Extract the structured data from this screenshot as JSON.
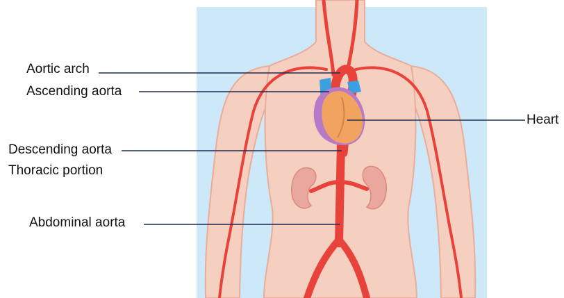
{
  "labels": {
    "aortic_arch": "Aortic arch",
    "ascending_aorta": "Ascending aorta",
    "heart": "Heart",
    "descending_aorta": "Descending aorta",
    "thoracic_portion": "Thoracic portion",
    "abdominal_aorta": "Abdominal aorta"
  },
  "colors": {
    "background_panel": "#cde8f8",
    "skin": "#f5cfc0",
    "skin_outline": "#e9ad99",
    "artery": "#e8433a",
    "vein": "#3b9fe0",
    "heart": "#f2a35f",
    "heart_shadow": "#b77ac8",
    "kidney": "#eaa79e",
    "leader_line": "#1f2a52"
  },
  "icons": {
    "heart": "heart-icon",
    "kidney_left": "kidney-icon",
    "kidney_right": "kidney-icon"
  }
}
